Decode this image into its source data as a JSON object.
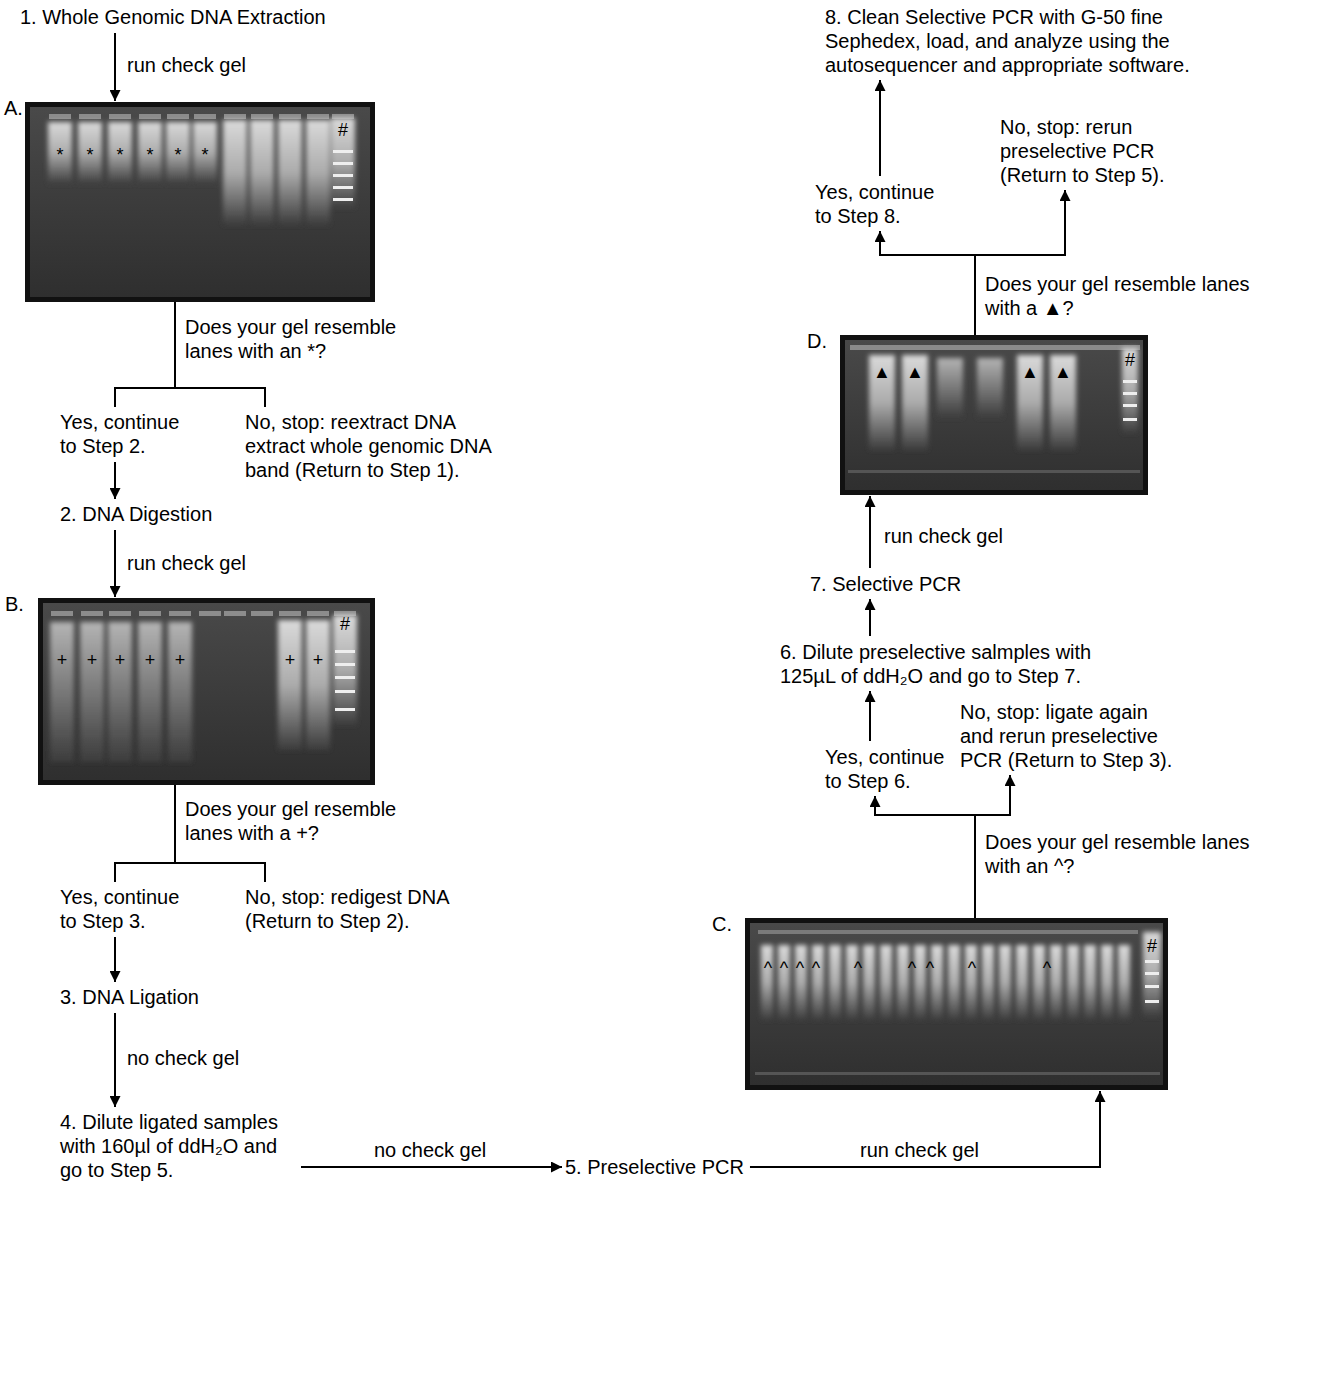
{
  "diagram": {
    "nodes": [
      {
        "text": [
          "1. Whole Genomic DNA Extraction"
        ]
      },
      {
        "text": [
          "A.",
          "*",
          "*",
          "*",
          "*",
          "*",
          "*",
          "#"
        ]
      },
      {
        "text": [
          "Yes, continue to Step 2."
        ]
      },
      {
        "text": [
          "No, stop: reextract DNA extract whole genomic DNA band (Return to Step 1)."
        ]
      },
      {
        "text": [
          "2. DNA Digestion"
        ]
      },
      {
        "text": [
          "B.",
          "+",
          "+",
          "+",
          "+",
          "+",
          "+",
          "+",
          "#"
        ]
      },
      {
        "text": [
          "Yes, continue to Step 3."
        ]
      },
      {
        "text": [
          "No, stop: redigest DNA (Return to Step 2)."
        ]
      },
      {
        "text": [
          "3. DNA Ligation"
        ]
      },
      {
        "text": [
          "4. Dilute ligated samples with 160µl of ddH₂O and go to Step 5."
        ]
      },
      {
        "text": [
          "5. Preselective PCR"
        ]
      },
      {
        "text": [
          "C.",
          "^",
          "^",
          "^",
          "^",
          "^",
          "^",
          "^",
          "^",
          "^",
          "#"
        ]
      },
      {
        "text": [
          "Yes, continue to Step 6."
        ]
      },
      {
        "text": [
          "No, stop: ligate again and rerun preselective PCR (Return to Step 3)."
        ]
      },
      {
        "text": [
          "6. Dilute preselective salmples with 125µL of ddH₂O and go to Step 7."
        ]
      },
      {
        "text": [
          "7. Selective PCR"
        ]
      },
      {
        "text": [
          "D.",
          "▲",
          "▲",
          "▲",
          "▲",
          "#"
        ]
      },
      {
        "text": [
          "Yes, continue to Step 8."
        ]
      },
      {
        "text": [
          "No, stop: rerun preselective PCR (Return to Step 5)."
        ]
      },
      {
        "text": [
          "8. Clean Selective PCR with G-50 fine Sephedex, load, and analyze using the autosequencer and appropriate software."
        ]
      }
    ],
    "edges": [
      {
        "from": 0,
        "to": 1,
        "label": "run check gel",
        "arrow": "to"
      },
      {
        "from": 1,
        "to": 2,
        "arrow": "none"
      },
      {
        "from": 1,
        "to": 3,
        "arrow": "none"
      },
      {
        "from": 2,
        "to": 4,
        "arrow": "to"
      },
      {
        "from": 4,
        "to": 5,
        "label": "run check gel",
        "arrow": "to"
      },
      {
        "from": 5,
        "to": 6,
        "arrow": "none"
      },
      {
        "from": 5,
        "to": 7,
        "arrow": "none"
      },
      {
        "from": 6,
        "to": 8,
        "arrow": "to"
      },
      {
        "from": 8,
        "to": 9,
        "label": "no check gel",
        "arrow": "to"
      },
      {
        "from": 9,
        "to": 10,
        "label": "no check gel",
        "arrow": "to"
      },
      {
        "from": 10,
        "to": 11,
        "label": "run check gel",
        "arrow": "to"
      },
      {
        "from": 11,
        "to": 12,
        "arrow": "to"
      },
      {
        "from": 11,
        "to": 13,
        "arrow": "to"
      },
      {
        "from": 12,
        "to": 14,
        "arrow": "to"
      },
      {
        "from": 14,
        "to": 15,
        "arrow": "to"
      },
      {
        "from": 15,
        "to": 16,
        "label": "run check gel",
        "arrow": "to"
      },
      {
        "from": 16,
        "to": 17,
        "arrow": "to"
      },
      {
        "from": 16,
        "to": 18,
        "arrow": "to"
      },
      {
        "from": 17,
        "to": 19,
        "arrow": "to"
      }
    ],
    "labels": [
      "Does your gel resemble lanes with an *?",
      "Does your gel resemble lanes with a +?",
      "Does your gel resemble lanes with an ^?",
      "Does your gel resemble lanes with a ▲?"
    ]
  }
}
